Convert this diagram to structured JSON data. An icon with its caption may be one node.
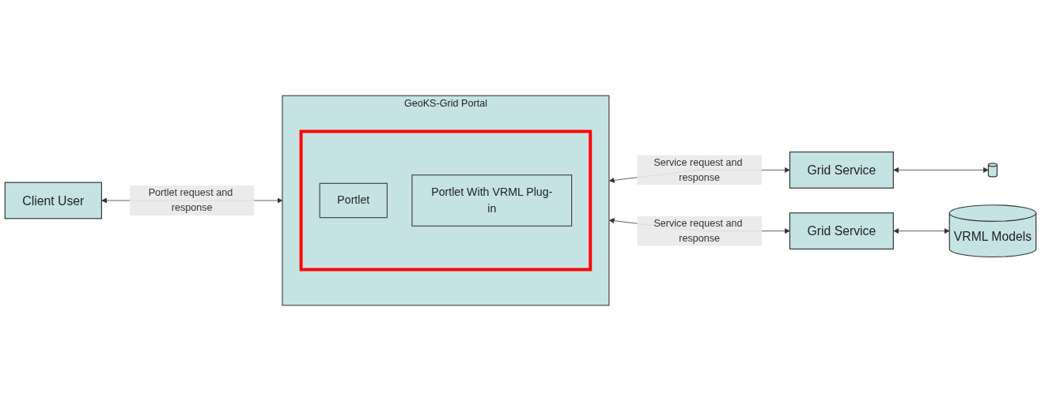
{
  "diagram": {
    "nodes": [
      {
        "text": [
          "Client User"
        ]
      },
      {
        "text": [
          "GeoKS-Grid Portal"
        ]
      },
      {
        "text": [],
        "shape": "box",
        "in": 1
      },
      {
        "text": [
          "Portlet"
        ],
        "in": 2
      },
      {
        "text": [
          "Portlet With VRML Plug-in"
        ],
        "in": 2
      },
      {
        "text": [
          "Grid Service"
        ]
      },
      {
        "text": [
          "Grid Service"
        ]
      },
      {
        "text": [],
        "shape": "cylinder"
      },
      {
        "text": [
          "VRML Models"
        ]
      }
    ],
    "edges": [
      {
        "from": 0,
        "to": 1,
        "arrow": "both",
        "label": "Portlet request and response"
      },
      {
        "from": 1,
        "to": 5,
        "arrow": "both",
        "label": "Service request and response"
      },
      {
        "from": 1,
        "to": 6,
        "arrow": "both",
        "label": "Service request and response"
      },
      {
        "from": 5,
        "to": 7,
        "arrow": "both"
      },
      {
        "from": 6,
        "to": 8,
        "arrow": "both"
      }
    ]
  }
}
